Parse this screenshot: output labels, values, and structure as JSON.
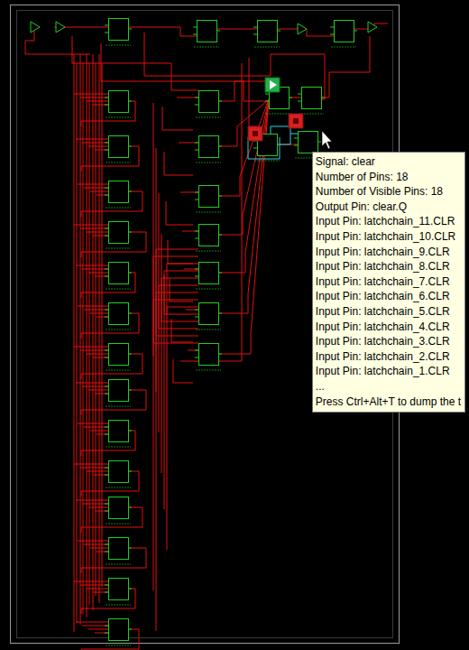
{
  "diagram": {
    "nodes": [
      {
        "text": [
          "Signal: clear",
          "Number of Pins: 18",
          "Number of Visible Pins: 18",
          "Output Pin: clear.Q",
          "Input Pin: latchchain_11.CLR",
          "Input Pin: latchchain_10.CLR",
          "Input Pin: latchchain_9.CLR",
          "Input Pin: latchchain_8.CLR",
          "Input Pin: latchchain_7.CLR",
          "Input Pin: latchchain_6.CLR",
          "Input Pin: latchchain_5.CLR",
          "Input Pin: latchchain_4.CLR",
          "Input Pin: latchchain_3.CLR",
          "Input Pin: latchchain_2.CLR",
          "Input Pin: latchchain_1.CLR",
          "...",
          "Press Ctrl+Alt+T to dump the t"
        ]
      }
    ]
  }
}
